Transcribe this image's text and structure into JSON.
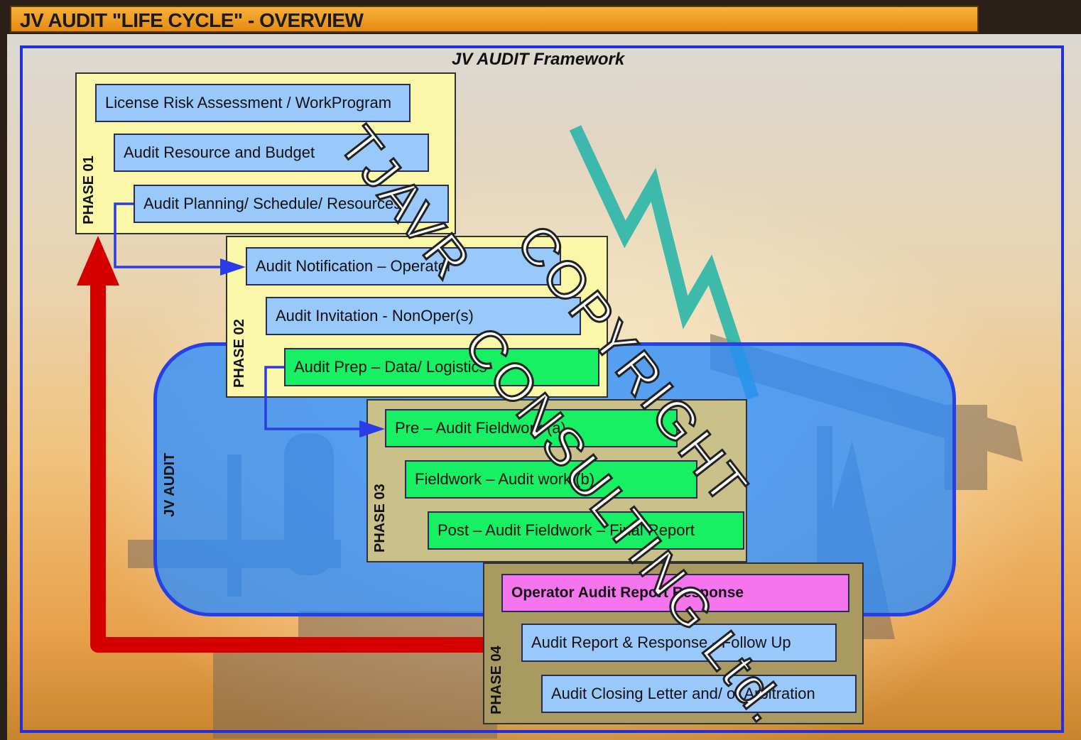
{
  "title": "JV AUDIT \"LIFE CYCLE\" - OVERVIEW",
  "framework_title": "JV AUDIT Framework",
  "jv_audit_label": "JV AUDIT",
  "phases": [
    {
      "label": "PHASE 01",
      "steps": [
        {
          "text": "License Risk Assessment / WorkProgram",
          "color": "#99c8fb"
        },
        {
          "text": "Audit Resource and Budget",
          "color": "#99c8fb"
        },
        {
          "text": "Audit Planning/ Schedule/ Resources",
          "color": "#99c8fb"
        }
      ]
    },
    {
      "label": "PHASE 02",
      "steps": [
        {
          "text": "Audit Notification – Operator",
          "color": "#99c8fb"
        },
        {
          "text": "Audit Invitation - NonOper(s)",
          "color": "#99c8fb"
        },
        {
          "text": "Audit Prep – Data/ Logistics",
          "color": "#17f062"
        }
      ]
    },
    {
      "label": "PHASE 03",
      "steps": [
        {
          "text": "Pre – Audit Fieldwork (a)",
          "color": "#17f062"
        },
        {
          "text": "Fieldwork – Audit work (b)",
          "color": "#17f062"
        },
        {
          "text": "Post – Audit Fieldwork – Final Report",
          "color": "#17f062"
        }
      ]
    },
    {
      "label": "PHASE 04",
      "steps": [
        {
          "text": "Operator Audit Report Response",
          "color": "#f575ef"
        },
        {
          "text": "Audit Report & Response - Follow Up",
          "color": "#99c8fb"
        },
        {
          "text": "Audit Closing Letter and/ or Arbitration",
          "color": "#99c8fb"
        }
      ]
    }
  ],
  "watermark": {
    "line1": "TJAVR",
    "line2": "COPYRIGHT",
    "line3": "CONSULTING Ltd."
  },
  "colors": {
    "frame": "#2030e0",
    "return_arrow": "#d40000",
    "connector": "#2a3ce8"
  }
}
